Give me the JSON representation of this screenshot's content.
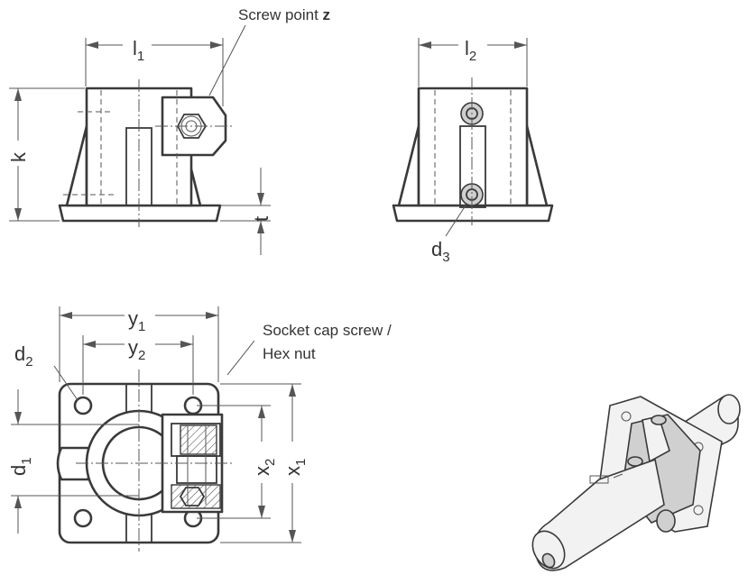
{
  "labels": {
    "l1": "l",
    "l1_sub": "1",
    "l2": "l",
    "l2_sub": "2",
    "k": "k",
    "t": "t",
    "d3": "d",
    "d3_sub": "3",
    "y1": "y",
    "y1_sub": "1",
    "y2": "y",
    "y2_sub": "2",
    "d2": "d",
    "d2_sub": "2",
    "d1": "d",
    "d1_sub": "1",
    "x1": "x",
    "x1_sub": "1",
    "x2": "x",
    "x2_sub": "2"
  },
  "notes": {
    "screw_point_prefix": "Screw point ",
    "screw_point_letter": "z",
    "socket_cap_line1": "Socket cap screw /",
    "socket_cap_line2": "Hex nut"
  },
  "colors": {
    "line": "#3a3a3a",
    "dimension": "#555555",
    "shade": "#cfcfcf"
  }
}
